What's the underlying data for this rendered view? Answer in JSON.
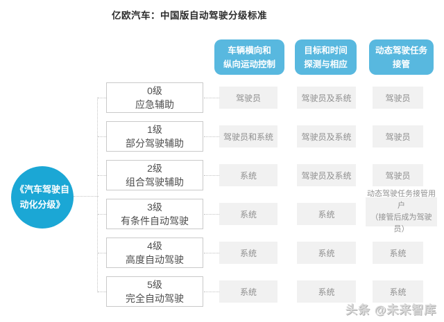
{
  "title": "亿欧汽车：中国版自动驾驶分级标准",
  "source_circle": {
    "label": "《汽车驾驶自\n动化分级》"
  },
  "column_headers": [
    {
      "label": "车辆横向和\n纵向运动控制"
    },
    {
      "label": "目标和时间\n探测与相应"
    },
    {
      "label": "动态驾驶任务\n接管"
    }
  ],
  "levels": [
    {
      "level": "0级",
      "name": "应急辅助",
      "cells": [
        "驾驶员",
        "驾驶员及系统",
        "驾驶员"
      ]
    },
    {
      "level": "1级",
      "name": "部分驾驶辅助",
      "cells": [
        "驾驶员和系统",
        "驾驶员及系统",
        "驾驶员"
      ]
    },
    {
      "level": "2级",
      "name": "组合驾驶辅助",
      "cells": [
        "系统",
        "驾驶员及系统",
        "驾驶员"
      ]
    },
    {
      "level": "3级",
      "name": "有条件自动驾驶",
      "cells": [
        "系统",
        "系统",
        "动态驾驶任务接管用户\n（接管后成为驾驶员）"
      ]
    },
    {
      "level": "4级",
      "name": "高度自动驾驶",
      "cells": [
        "系统",
        "系统",
        "系统"
      ]
    },
    {
      "level": "5级",
      "name": "完全自动驾驶",
      "cells": [
        "系统",
        "系统",
        "系统"
      ]
    }
  ],
  "watermark": "头条 @未来智库",
  "colors": {
    "header_blue": "#58B8DF",
    "circle_blue": "#1BA7D5",
    "cell_background": "#F1F1F1",
    "box_border": "#C9C9C9"
  }
}
